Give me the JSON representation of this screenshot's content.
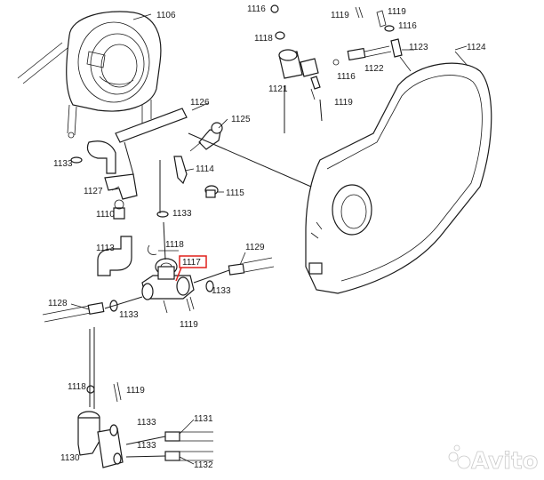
{
  "labels": {
    "l1106": "1106",
    "l1116a": "1116",
    "l1119a": "1119",
    "l1119b": "1119",
    "l1116b": "1116",
    "l1118a": "1118",
    "l1123": "1123",
    "l1124": "1124",
    "l1122": "1122",
    "l1121": "1121",
    "l1116c": "1116",
    "l1119c": "1119",
    "l1126": "1126",
    "l1125": "1125",
    "l1133a": "1133",
    "l1114": "1114",
    "l1127": "1127",
    "l1115": "1115",
    "l1110": "1110",
    "l1133b": "1133",
    "l1113": "1113",
    "l1118b": "1118",
    "l1117": "1117",
    "l1129": "1129",
    "l1128": "1128",
    "l1133c": "1133",
    "l1133d": "1133",
    "l1119d": "1119",
    "l1118c": "1118",
    "l1119e": "1119",
    "l1133e": "1133",
    "l1131": "1131",
    "l1130": "1130",
    "l1133f": "1133",
    "l1132": "1132"
  },
  "highlight_color": "#e0201c",
  "watermark": "Avito"
}
